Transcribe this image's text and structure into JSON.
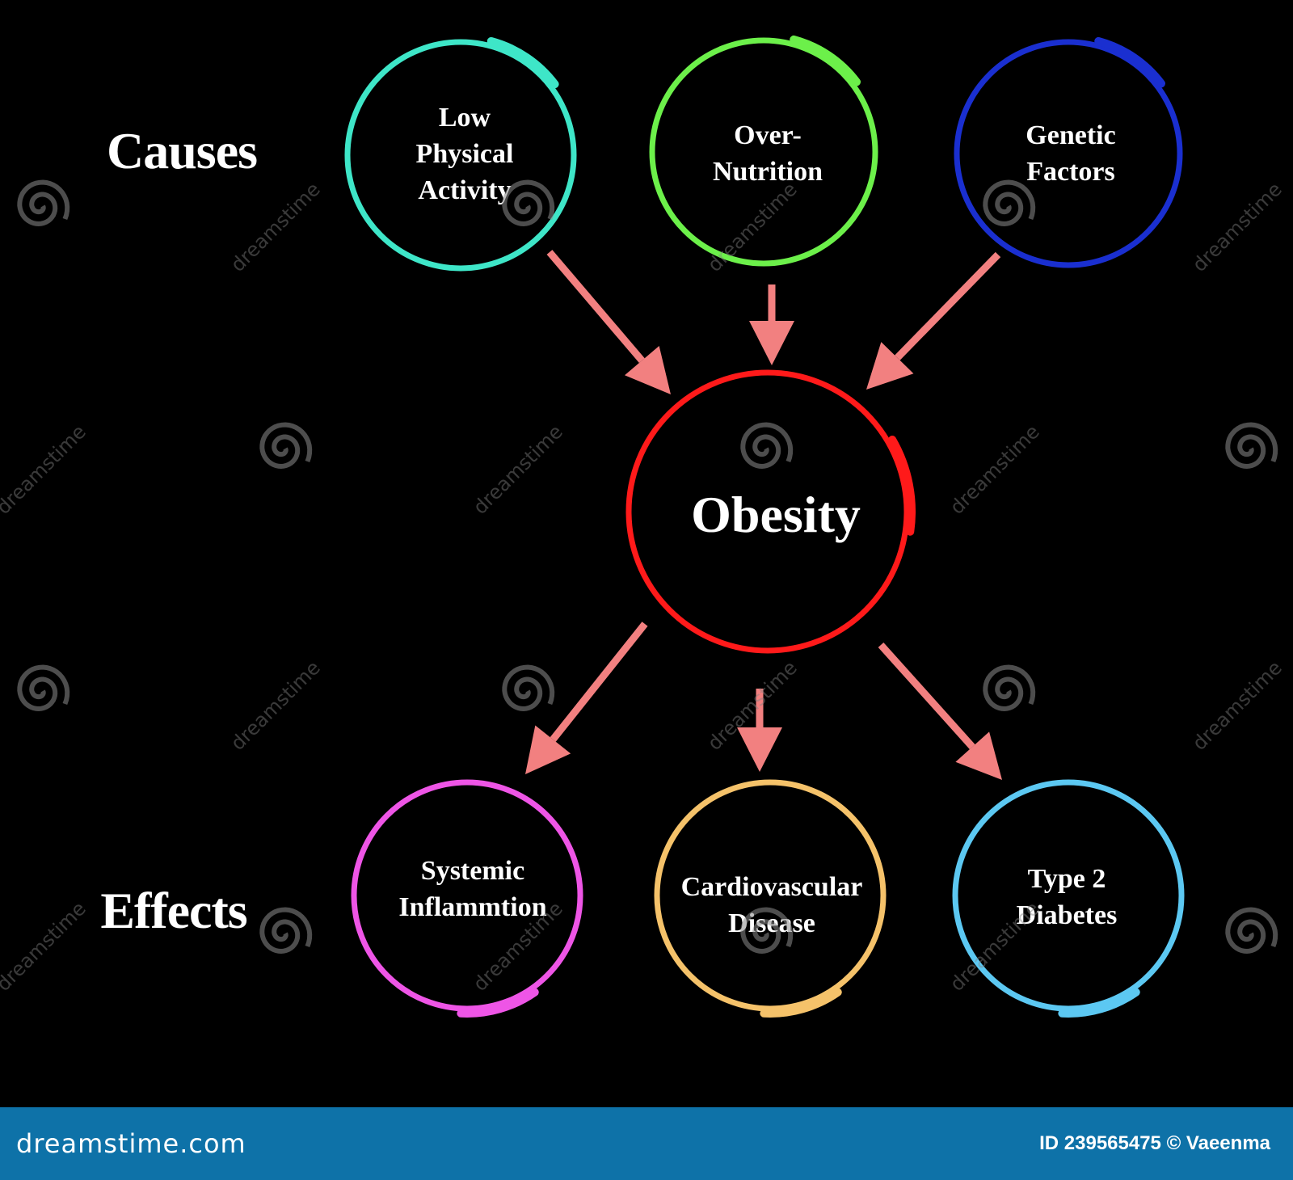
{
  "side_labels": {
    "causes": "Causes",
    "effects": "Effects"
  },
  "center": {
    "label": "Obesity",
    "color": "#ff1a1a"
  },
  "causes": [
    {
      "label": "Low\nPhysical\nActivity",
      "color": "#3ee6c8"
    },
    {
      "label": "Over-\nNutrition",
      "color": "#6cf04a"
    },
    {
      "label": "Genetic\nFactors",
      "color": "#1a2fd0"
    }
  ],
  "effects": [
    {
      "label": "Systemic\nInflammtion",
      "color": "#ee55e6"
    },
    {
      "label": "Cardiovascular\nDisease",
      "color": "#f5c26a"
    },
    {
      "label": "Type 2\nDiabetes",
      "color": "#5cc8f2"
    }
  ],
  "arrow_color": "#f28080",
  "watermark": {
    "text": "dreamstime",
    "spiral_icon": "dreamstime-spiral-icon"
  },
  "footer": {
    "site": "dreamstime.com",
    "credit": "ID 239565475 © Vaeenma",
    "background": "#0e72a8"
  }
}
